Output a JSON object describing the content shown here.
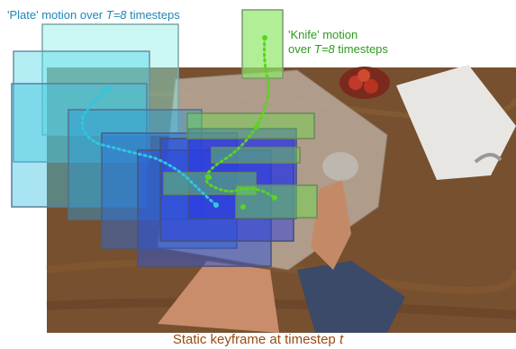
{
  "plate_label": {
    "prefix": "'Plate' motion over ",
    "italic": "T=8",
    "suffix": " timesteps",
    "color": "#1f86b6"
  },
  "knife_label": {
    "line1": "'Knife' motion",
    "line2_prefix": "over ",
    "line2_italic": "T=8",
    "line2_suffix": " timesteps",
    "color": "#2e9a1e"
  },
  "caption": {
    "text": "Static keyframe at timestep ",
    "italic": "t",
    "color": "#9a4a14"
  },
  "colors": {
    "plate_early": "#8ff0e6",
    "plate_mid": "#2fc6e0",
    "plate_late": "#2a46e0",
    "knife_box": "#6fdc4a",
    "trajectory_plate": "#2fc6e0",
    "trajectory_knife": "#5ad41e"
  }
}
